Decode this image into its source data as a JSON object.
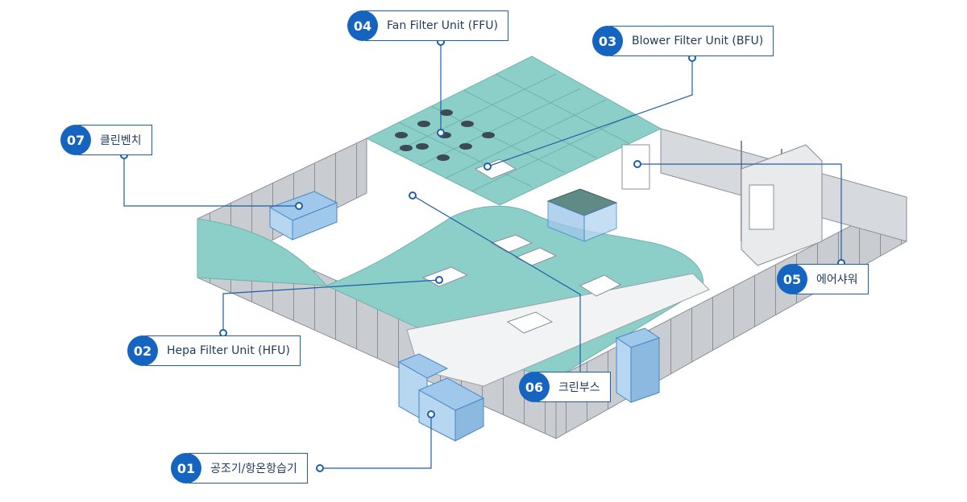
{
  "labels": [
    {
      "id": "c01",
      "num": "01",
      "text": "공조기/항온항습기"
    },
    {
      "id": "c02",
      "num": "02",
      "text": "Hepa Filter Unit (HFU)"
    },
    {
      "id": "c03",
      "num": "03",
      "text": "Blower Filter Unit (BFU)"
    },
    {
      "id": "c04",
      "num": "04",
      "text": "Fan Filter Unit (FFU)"
    },
    {
      "id": "c05",
      "num": "05",
      "text": "에어샤워"
    },
    {
      "id": "c06",
      "num": "06",
      "text": "크린부스"
    },
    {
      "id": "c07",
      "num": "07",
      "text": "클린벤치"
    }
  ],
  "colors": {
    "accent": "#1565c0",
    "teal": "#8ccfc8",
    "glass": "#c9ccd1",
    "frame": "#8a8f97",
    "unit_blue": "#9fc8ea",
    "floor": "#ffffff"
  }
}
